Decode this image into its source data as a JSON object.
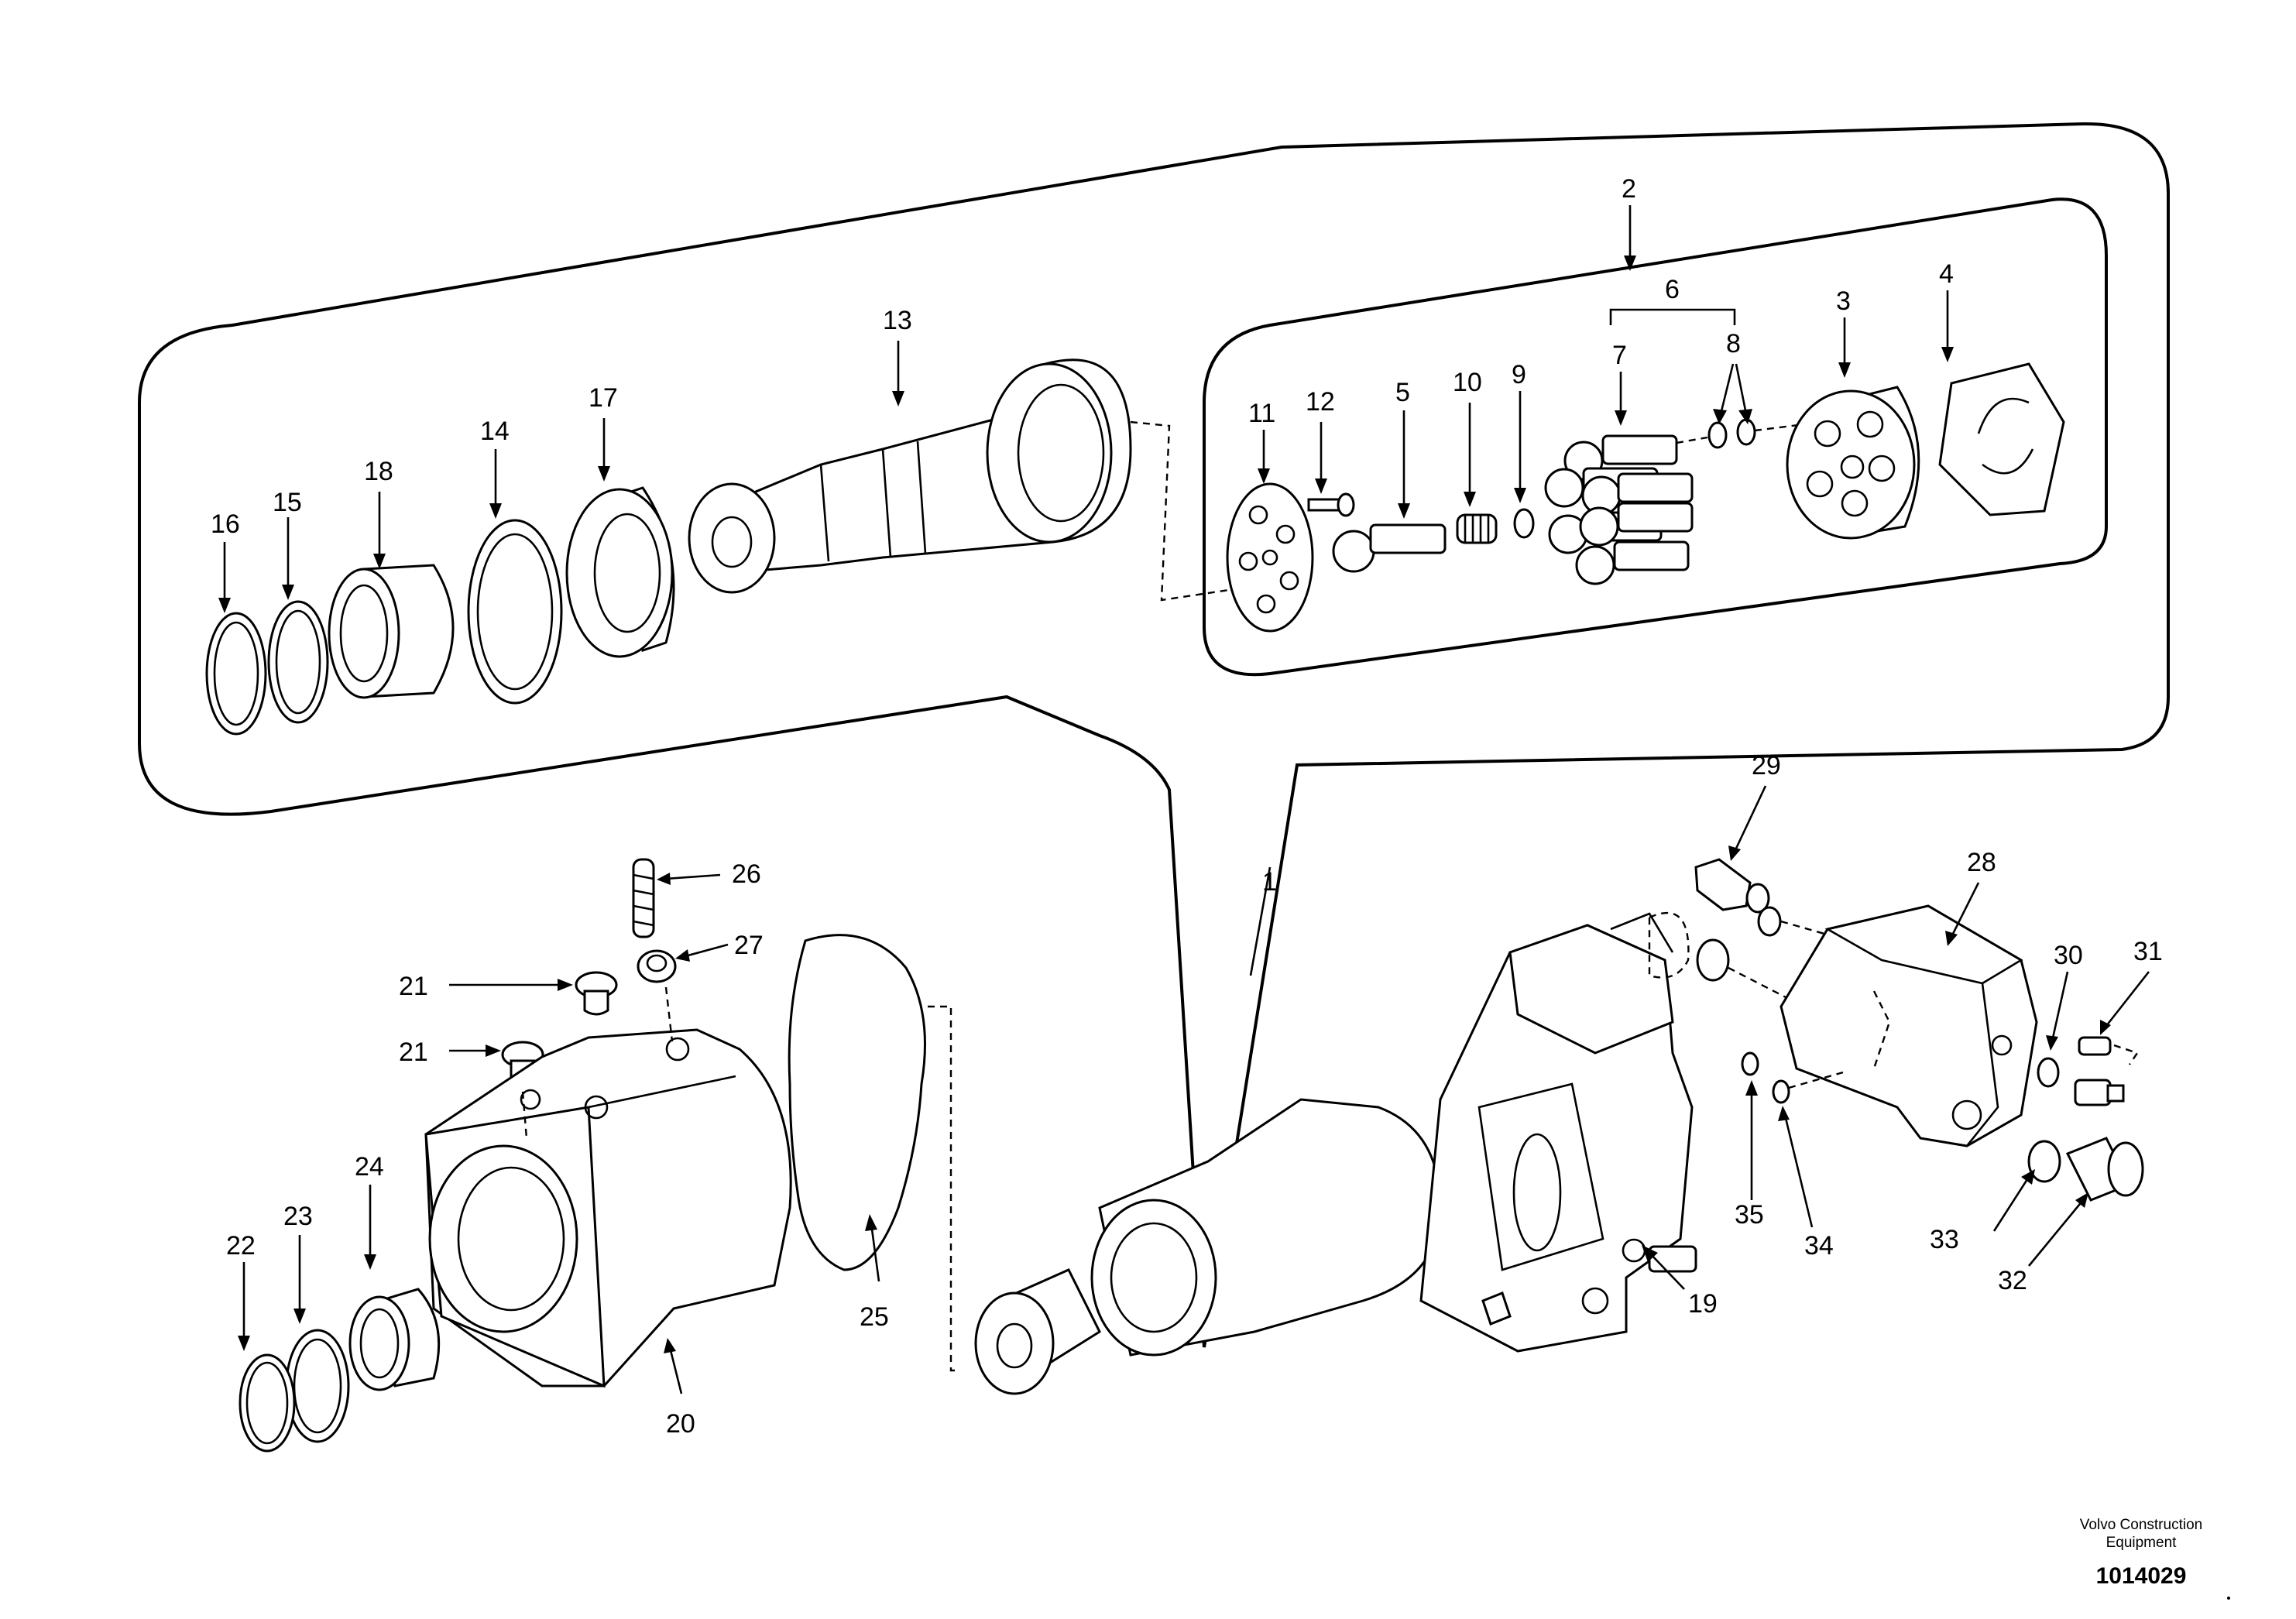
{
  "callouts": [
    {
      "id": "c1",
      "text": "1"
    },
    {
      "id": "c2",
      "text": "2"
    },
    {
      "id": "c3",
      "text": "3"
    },
    {
      "id": "c4",
      "text": "4"
    },
    {
      "id": "c5",
      "text": "5"
    },
    {
      "id": "c6",
      "text": "6"
    },
    {
      "id": "c7",
      "text": "7"
    },
    {
      "id": "c8",
      "text": "8"
    },
    {
      "id": "c9",
      "text": "9"
    },
    {
      "id": "c10",
      "text": "10"
    },
    {
      "id": "c11",
      "text": "11"
    },
    {
      "id": "c12",
      "text": "12"
    },
    {
      "id": "c13",
      "text": "13"
    },
    {
      "id": "c14",
      "text": "14"
    },
    {
      "id": "c15",
      "text": "15"
    },
    {
      "id": "c16",
      "text": "16"
    },
    {
      "id": "c17",
      "text": "17"
    },
    {
      "id": "c18",
      "text": "18"
    },
    {
      "id": "c19",
      "text": "19"
    },
    {
      "id": "c20",
      "text": "20"
    },
    {
      "id": "c21a",
      "text": "21"
    },
    {
      "id": "c21b",
      "text": "21"
    },
    {
      "id": "c22",
      "text": "22"
    },
    {
      "id": "c23",
      "text": "23"
    },
    {
      "id": "c24",
      "text": "24"
    },
    {
      "id": "c25",
      "text": "25"
    },
    {
      "id": "c26",
      "text": "26"
    },
    {
      "id": "c27",
      "text": "27"
    },
    {
      "id": "c28",
      "text": "28"
    },
    {
      "id": "c29",
      "text": "29"
    },
    {
      "id": "c30",
      "text": "30"
    },
    {
      "id": "c31",
      "text": "31"
    },
    {
      "id": "c32",
      "text": "32"
    },
    {
      "id": "c33",
      "text": "33"
    },
    {
      "id": "c34",
      "text": "34"
    },
    {
      "id": "c35",
      "text": "35"
    }
  ],
  "footer": {
    "brand_line1": "Volvo Construction",
    "brand_line2": "Equipment",
    "drawing_number": "1014029"
  }
}
